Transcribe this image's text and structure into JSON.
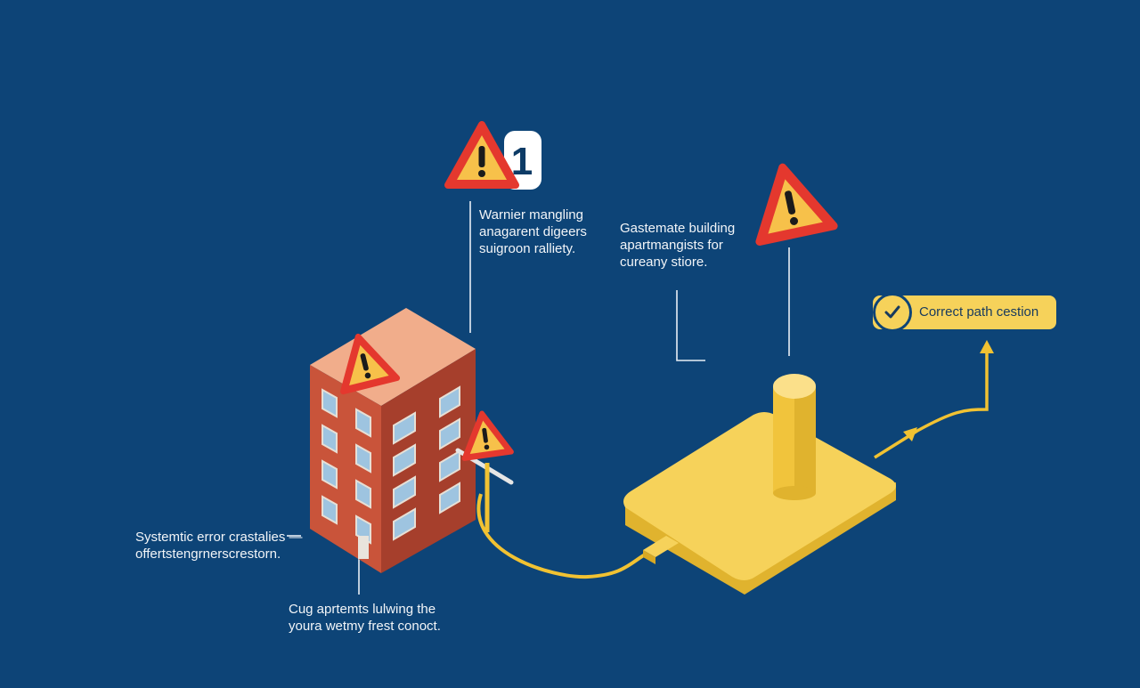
{
  "annotations": {
    "warning": [
      "Warnier mangling",
      "anagarent digeers",
      "suigroon ralliety."
    ],
    "estimate": [
      "Gastemate building",
      "apartmangists for",
      "cureany stiore."
    ],
    "systemic": [
      "Systemtic error crastalies —",
      "offertstengrnerscrestorn."
    ],
    "apartments": [
      "Cug aprtemts lulwing the",
      "youra wetmy frest conoct."
    ]
  },
  "badge": {
    "text": "Correct path cestion"
  },
  "warning_number": "1",
  "icons": {
    "warning": "warning-triangle-icon",
    "check": "check-icon"
  },
  "colors": {
    "background": "#0d4477",
    "warning_red": "#e4382e",
    "warning_yellow": "#f7c14a",
    "brick": "#c9543a",
    "path_yellow": "#f1c232",
    "badge": "#f6d25a"
  }
}
